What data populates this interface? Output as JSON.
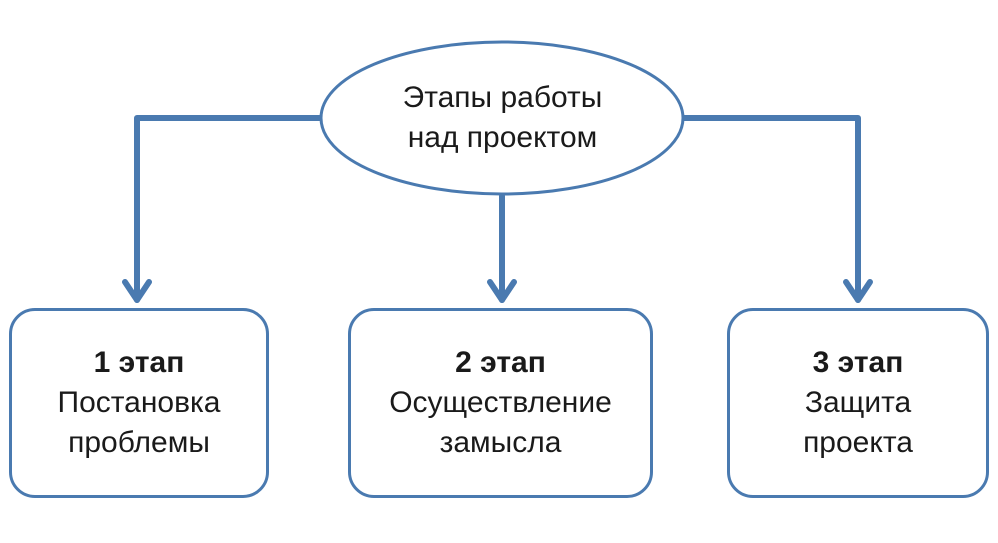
{
  "root": {
    "line1": "Этапы работы",
    "line2": "над проектом"
  },
  "stages": [
    {
      "number": "1 этап",
      "line1": "Постановка",
      "line2": "проблемы"
    },
    {
      "number": "2 этап",
      "line1": "Осуществление",
      "line2": "замысла"
    },
    {
      "number": "3 этап",
      "line1": "Защита",
      "line2": "проекта"
    }
  ],
  "colors": {
    "stroke": "#4a7ab0",
    "text": "#1a1a1a",
    "background": "#ffffff"
  }
}
